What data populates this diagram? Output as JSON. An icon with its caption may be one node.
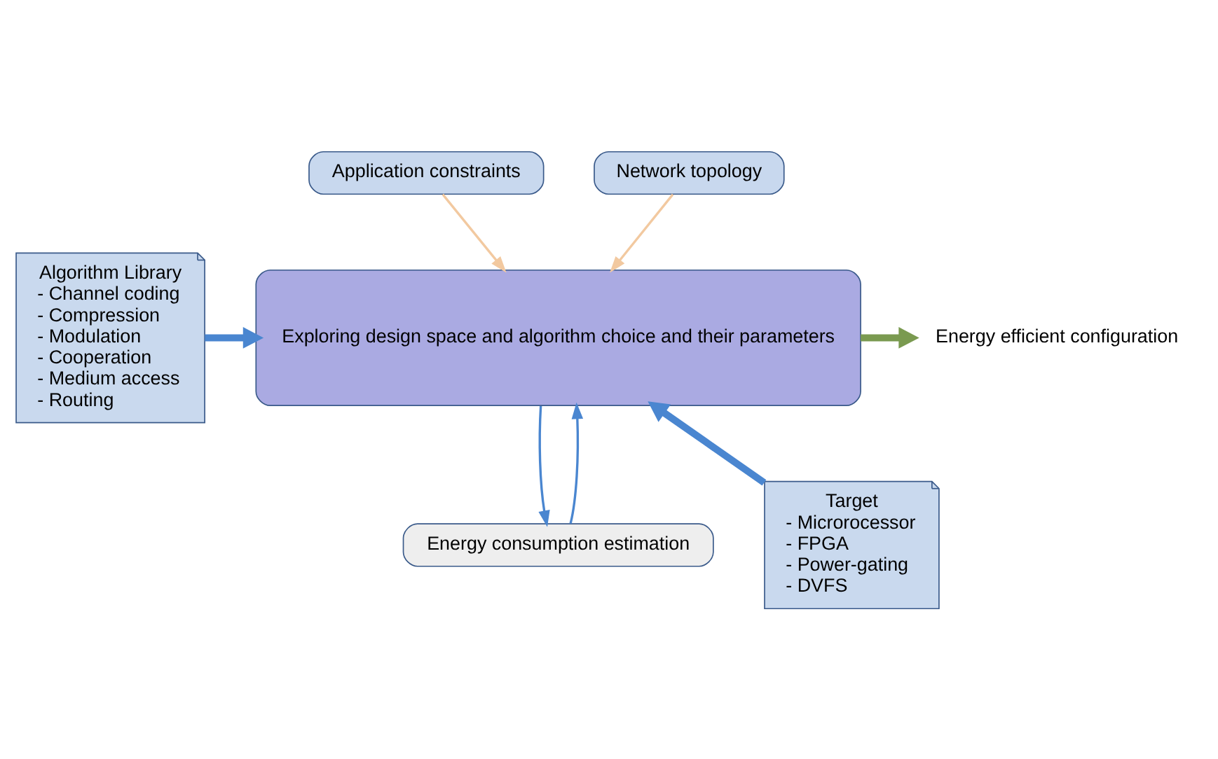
{
  "diagram": {
    "nodes": [
      {
        "text": [
          "Application constraints"
        ]
      },
      {
        "text": [
          "Network topology"
        ]
      },
      {
        "text": [
          "Algorithm Library",
          "- Channel coding",
          "- Compression",
          "- Modulation",
          "- Cooperation",
          "- Medium access",
          "- Routing"
        ]
      },
      {
        "text": [
          "Exploring design space and algorithm choice and their parameters"
        ]
      },
      {
        "text": [
          "Energy efficient configuration"
        ]
      },
      {
        "text": [
          "Target",
          "- Microrocessor",
          "- FPGA",
          "- Power-gating",
          "- DVFS"
        ]
      },
      {
        "text": [
          "Energy consumption estimation"
        ]
      }
    ],
    "edges": [
      {
        "from": 0,
        "to": 3,
        "arrow": "to",
        "color": "#f2c9a0"
      },
      {
        "from": 1,
        "to": 3,
        "arrow": "to",
        "color": "#f2c9a0"
      },
      {
        "from": 2,
        "to": 3,
        "arrow": "to",
        "style": "thick"
      },
      {
        "from": 3,
        "to": 4,
        "arrow": "to",
        "style": "thick",
        "color": "#7a9a50"
      },
      {
        "from": 5,
        "to": 3,
        "arrow": "to",
        "style": "thick"
      },
      {
        "from": 3,
        "to": 6,
        "arrow": "to"
      },
      {
        "from": 6,
        "to": 3,
        "arrow": "to"
      }
    ]
  }
}
